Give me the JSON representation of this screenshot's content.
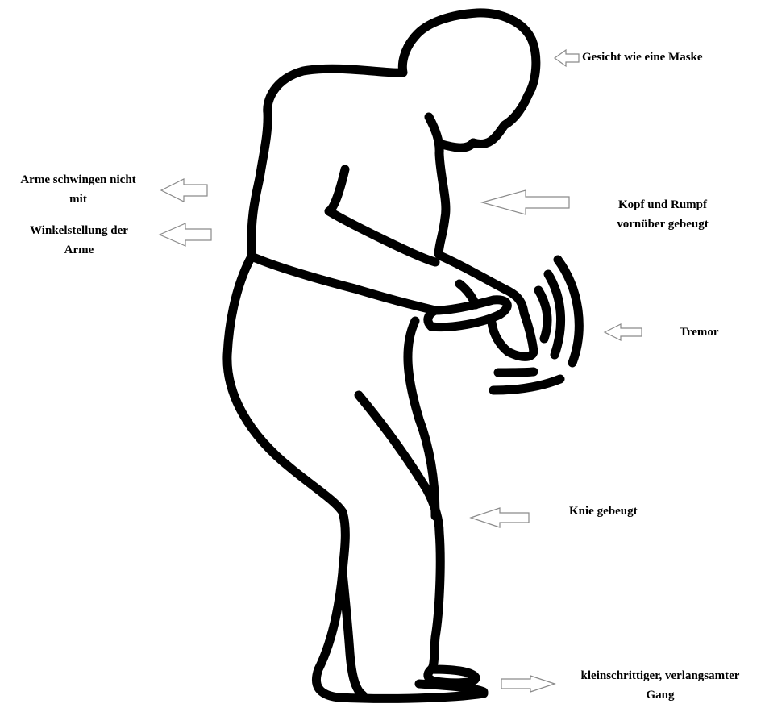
{
  "labels": {
    "mask": "Gesicht wie eine Maske",
    "bent_line1": "Kopf und Rumpf",
    "bent_line2": "vornüber gebeugt",
    "arms_line1": "Arme schwingen nicht",
    "arms_line2": "mit",
    "angle_line1": "Winkelstellung der",
    "angle_line2": "Arme",
    "tremor": "Tremor",
    "knee": "Knie gebeugt",
    "gait_line1": "kleinschrittiger, verlangsamter",
    "gait_line2": "Gang"
  },
  "colors": {
    "outline": "#000000",
    "arrow_stroke": "#8a8a8a",
    "background": "#ffffff"
  }
}
